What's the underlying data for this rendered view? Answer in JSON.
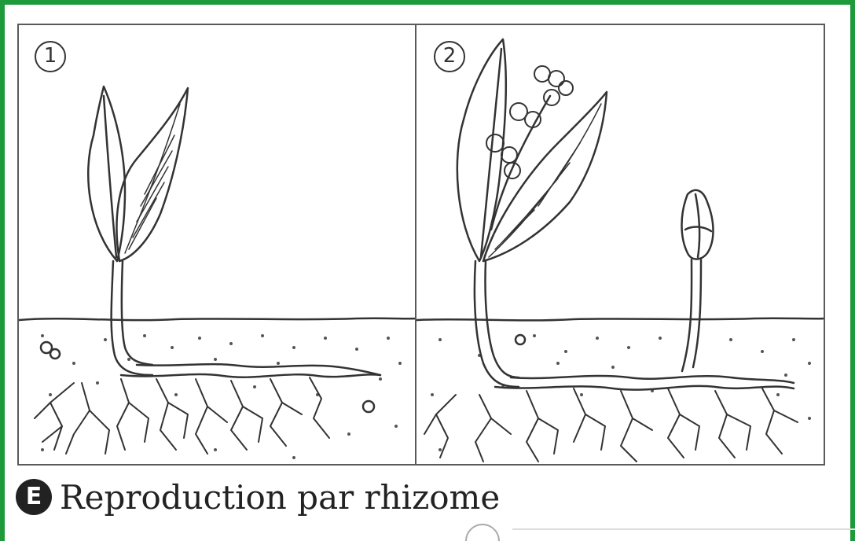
{
  "panels": [
    {
      "number": "1"
    },
    {
      "number": "2"
    }
  ],
  "caption": {
    "letter": "E",
    "text": "Reproduction par rhizome"
  },
  "colors": {
    "frame": "#1e9a3a",
    "ink": "#333333"
  }
}
